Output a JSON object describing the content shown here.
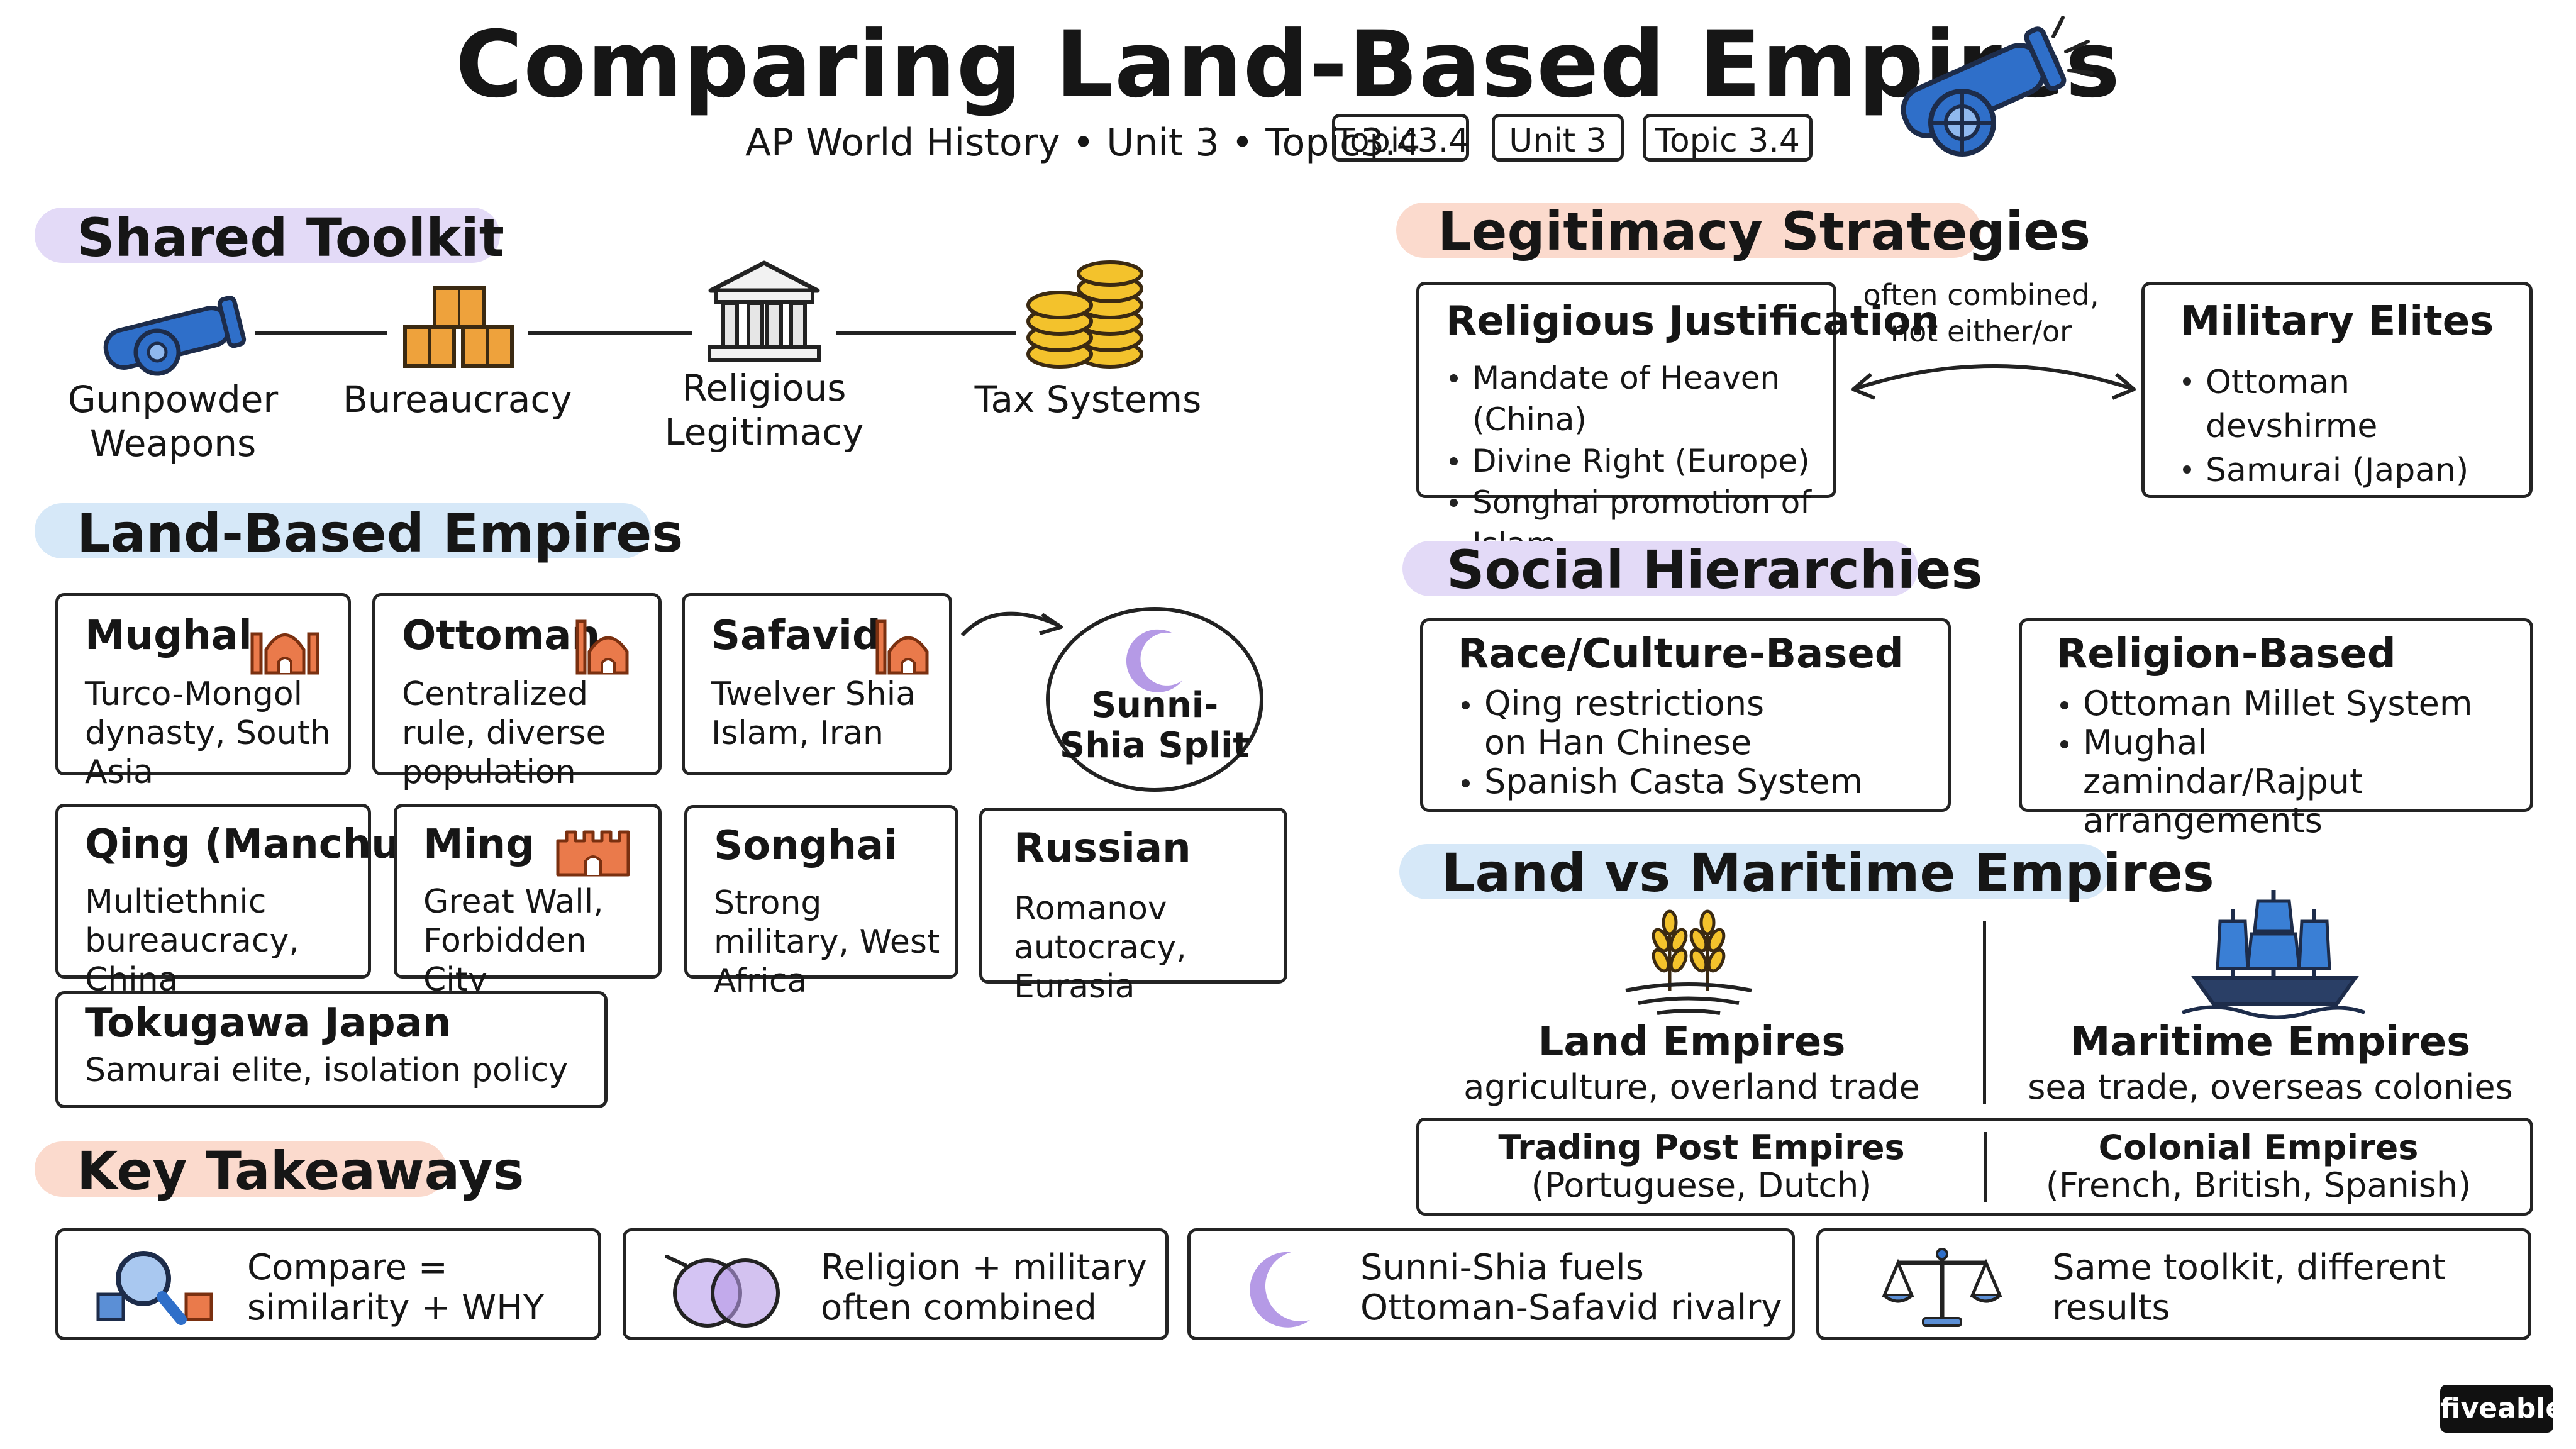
{
  "header": {
    "title": "Comparing Land-Based Empires",
    "subtitle": "AP World History • Unit 3 • Topic3.4",
    "tags": [
      "Topic3.4",
      "Unit 3",
      "Topic 3.4"
    ]
  },
  "toolkit": {
    "heading": "Shared Toolkit",
    "items": [
      {
        "label": "Gunpowder Weapons",
        "icon": "cannon-icon"
      },
      {
        "label": "Bureaucracy",
        "icon": "boxes-icon"
      },
      {
        "label": "Religious Legitimacy",
        "icon": "temple-icon"
      },
      {
        "label": "Tax Systems",
        "icon": "coins-icon"
      }
    ]
  },
  "empires": {
    "heading": "Land-Based Empires",
    "cards": [
      {
        "name": "Mughal",
        "desc": "Turco-Mongol dynasty, South Asia",
        "icon": "mosque-icon"
      },
      {
        "name": "Ottoman",
        "desc": "Centralized rule, diverse population",
        "icon": "mosque-icon"
      },
      {
        "name": "Safavid",
        "desc": "Twelver Shia Islam, Iran",
        "icon": "mosque-icon"
      },
      {
        "name": "Qing (Manchu)",
        "desc": "Multiethnic bureaucracy, China"
      },
      {
        "name": "Ming",
        "desc": "Great Wall, Forbidden City",
        "icon": "wall-icon"
      },
      {
        "name": "Songhai",
        "desc": "Strong military, West Africa"
      },
      {
        "name": "Russian",
        "desc": "Romanov autocracy, Eurasia"
      },
      {
        "name": "Tokugawa Japan",
        "desc": "Samurai elite, isolation policy"
      }
    ],
    "split": "Sunni-Shia Split"
  },
  "legitimacy": {
    "heading": "Legitimacy Strategies",
    "religious": {
      "title": "Religious Justification",
      "bullets": [
        "Mandate of Heaven (China)",
        "Divine Right (Europe)",
        "Songhai promotion of Islam"
      ]
    },
    "connector": "often combined, not either/or",
    "military": {
      "title": "Military Elites",
      "bullets": [
        "Ottoman devshirme",
        "Samurai (Japan)"
      ]
    }
  },
  "social": {
    "heading": "Social Hierarchies",
    "race": {
      "title": "Race/Culture-Based",
      "bullets": [
        "Qing restrictions on Han Chinese",
        "Spanish Casta System"
      ]
    },
    "religion": {
      "title": "Religion-Based",
      "bullets": [
        "Ottoman Millet System",
        "Mughal zamindar/Rajput arrangements"
      ]
    }
  },
  "land_vs_maritime": {
    "heading": "Land vs Maritime Empires",
    "land": {
      "title": "Land Empires",
      "desc": "agriculture, overland trade"
    },
    "maritime": {
      "title": "Maritime Empires",
      "desc": "sea trade, overseas colonies"
    },
    "trading": {
      "title": "Trading Post Empires",
      "desc": "(Portuguese, Dutch)"
    },
    "colonial": {
      "title": "Colonial Empires",
      "desc": "(French, British, Spanish)"
    }
  },
  "takeaways": {
    "heading": "Key Takeaways",
    "items": [
      {
        "text": "Compare = similarity + WHY",
        "icon": "magnifier-icon"
      },
      {
        "text": "Religion + military often combined",
        "icon": "venn-icon"
      },
      {
        "text": "Sunni-Shia fuels Ottoman-Safavid rivalry",
        "icon": "crescent-icon"
      },
      {
        "text": "Same toolkit, different results",
        "icon": "scales-icon"
      }
    ]
  },
  "brand": "fiveable",
  "colors": {
    "cannon_blue": "#2f6fc9",
    "mosque_orange": "#ea7a4b",
    "crescent_purple": "#b59ae6",
    "coin_gold": "#f3c22c",
    "crate_orange": "#eea23c",
    "highlight_purple": "#e3daf7",
    "highlight_blue": "#d6e8f8",
    "highlight_peach": "#fbdacd"
  }
}
